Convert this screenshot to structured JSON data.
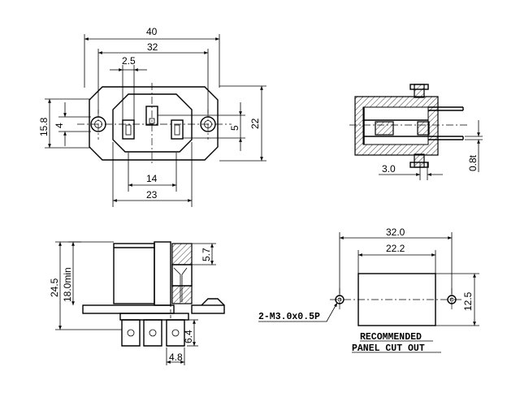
{
  "front_view": {
    "dim_overall_width": "40",
    "dim_hole_spacing": "32",
    "dim_pin_pitch": "2.5",
    "dim_height_mount": "15.8",
    "dim_hole_dia": "4",
    "dim_pin_offset": "5",
    "dim_overall_height": "22",
    "dim_inner_width": "14",
    "dim_body_width": "23"
  },
  "side_view": {
    "dim_panel_thickness": "3.0",
    "dim_tab_thickness": "0.8t"
  },
  "profile_view": {
    "dim_total_height": "24.5",
    "dim_min_height": "18.0min",
    "dim_flange": "5.7",
    "dim_terminal_len": "6.4",
    "dim_terminal_width": "4.8"
  },
  "cutout": {
    "dim_hole_spacing": "32.0",
    "dim_cut_width": "22.2",
    "dim_cut_height": "12.5",
    "screw_spec": "2-M3.0x0.5P",
    "title_line1": "RECOMMENDED",
    "title_line2": "PANEL CUT OUT"
  }
}
